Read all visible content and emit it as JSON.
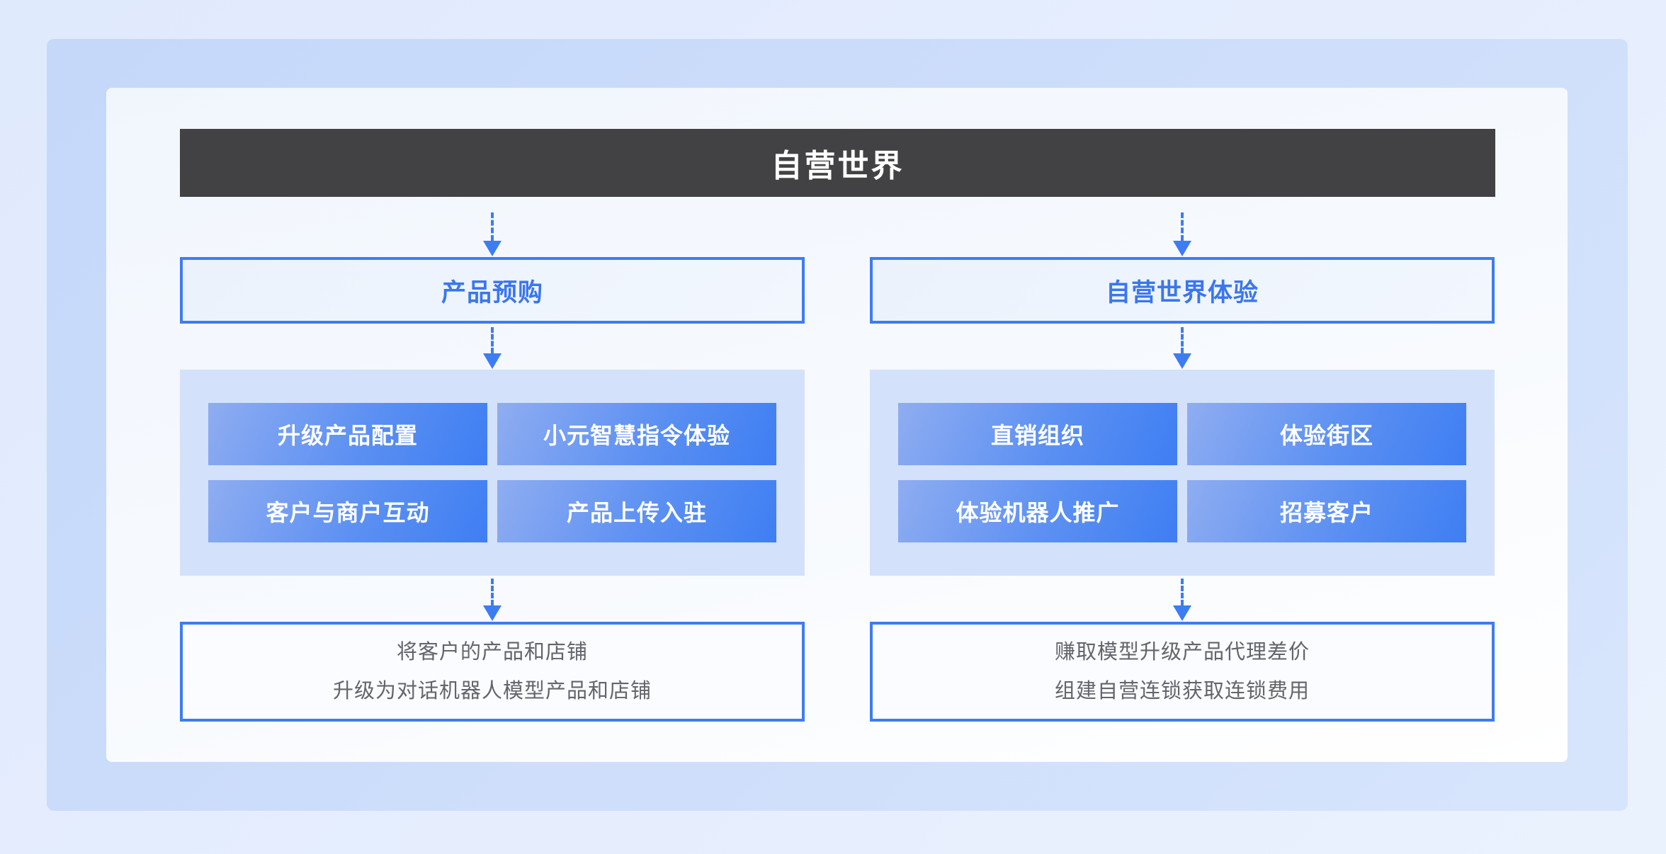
{
  "palette": {
    "accent": "#3e7cf1",
    "accent-text": "#3b76ee",
    "header-bg": "#424245",
    "btn-from": "#8fadf1",
    "btn-to": "#3e7ef3",
    "container-bg": "#d4e1fa",
    "gray-text": "#64656b"
  },
  "header": {
    "title": "自营世界"
  },
  "columns": [
    {
      "title": "产品预购",
      "buttons": [
        "升级产品配置",
        "小元智慧指令体验",
        "客户与商户互动",
        "产品上传入驻"
      ],
      "outcome": [
        "将客户的产品和店铺",
        "升级为对话机器人模型产品和店铺"
      ]
    },
    {
      "title": "自营世界体验",
      "buttons": [
        "直销组织",
        "体验街区",
        "体验机器人推广",
        "招募客户"
      ],
      "outcome": [
        "赚取模型升级产品代理差价",
        "组建自营连锁获取连锁费用"
      ]
    }
  ]
}
